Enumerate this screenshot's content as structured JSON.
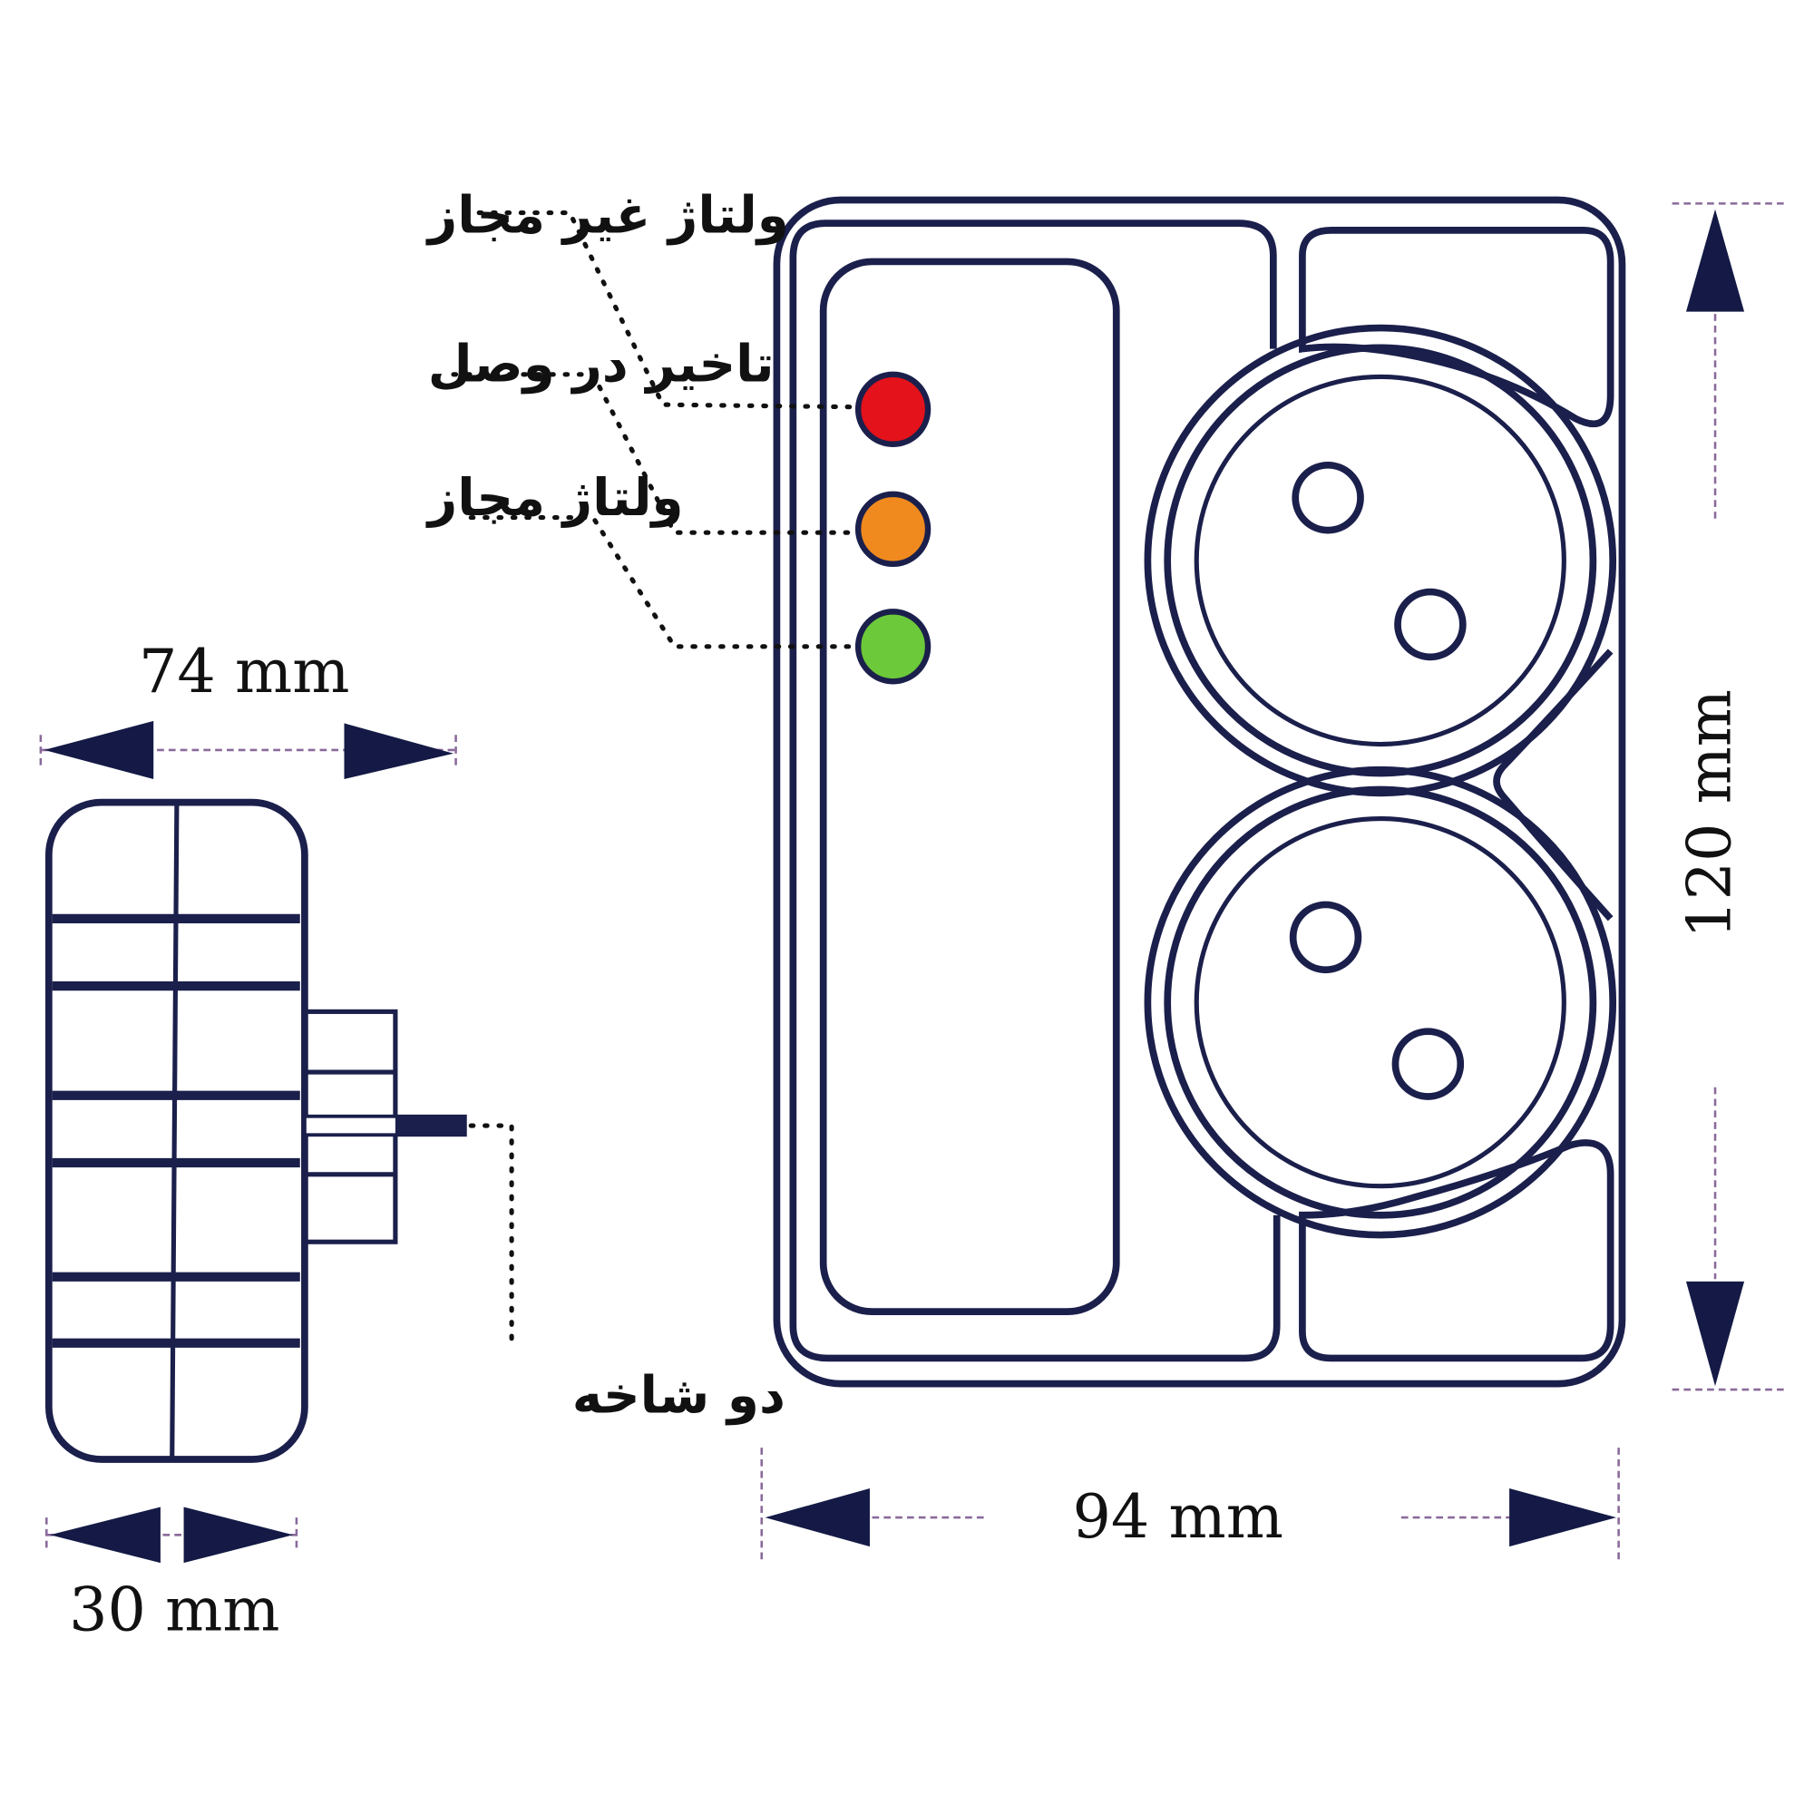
{
  "labels": {
    "invalid_voltage": "ولتاژ غیر مجاز",
    "connection_delay": "تاخیر در وصل",
    "valid_voltage": "ولتاژ مجاز",
    "plug": "دو شاخه"
  },
  "dimensions": {
    "depth": "74 mm",
    "plug_width": "30 mm",
    "width": "94 mm",
    "height": "120 mm"
  },
  "colors": {
    "led_red": "#e3121b",
    "led_orange": "#f08a1f",
    "led_green": "#6cc93a",
    "outline": "#1b1f4b"
  }
}
